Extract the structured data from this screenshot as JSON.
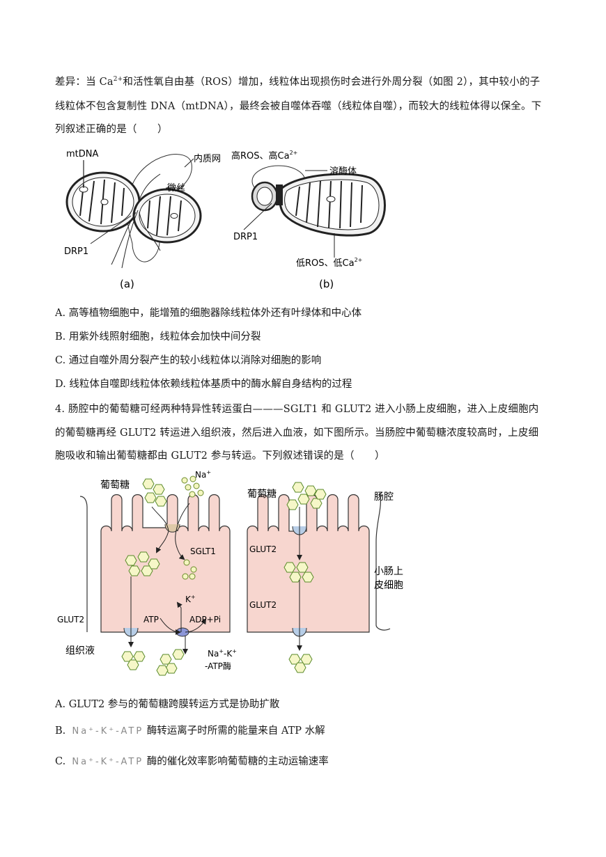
{
  "paragraph_top": {
    "line1_pre": "差异：当 Ca",
    "line1_sup": "2+",
    "line1_post": "和活性氧自由基（ROS）增加，线粒体出现损伤时会进行外周分裂（如图 2），其中较小的子",
    "line2": "线粒体不包含复制性 DNA（mtDNA），最终会被自噬体吞噬（线粒体自噬），而较大的线粒体得以保全。下",
    "line3": "列叙述正确的是（　　）"
  },
  "figure_a": {
    "label_mtdna": "mtDNA",
    "label_er": "内质网",
    "label_filament": "微丝",
    "label_drp1": "DRP1",
    "caption": "(a)"
  },
  "figure_b": {
    "label_high": "高ROS、高Ca",
    "label_high_sup": "2+",
    "label_lysosome": "溶酶体",
    "label_drp1": "DRP1",
    "label_low": "低ROS、低Ca",
    "label_low_sup": "2+",
    "caption": "(b)"
  },
  "q3_options": {
    "A": "A. 高等植物细胞中，能增殖的细胞器除线粒体外还有叶绿体和中心体",
    "B": "B. 用紫外线照射细胞，线粒体会加快中间分裂",
    "C": "C. 通过自噬外周分裂产生的较小线粒体以消除对细胞的影响",
    "D": "D. 线粒体自噬即线粒体依赖线粒体基质中的酶水解自身结构的过程"
  },
  "q4": {
    "line1": "4. 肠腔中的葡萄糖可经两种特异性转运蛋白———SGLT1 和 GLUT2 进入小肠上皮细胞，进入上皮细胞内",
    "line2": "的葡萄糖再经 GLUT2 转运进入组织液，然后进入血液，如下图所示。当肠腔中葡萄糖浓度较高时，上皮细",
    "line3": "胞吸收和输出葡萄糖都由 GLUT2 参与转运。下列叙述错误的是（　　）"
  },
  "figure_transport": {
    "glucose_left": "葡萄糖",
    "na": "Na",
    "na_sup": "+",
    "glucose_right": "葡萄糖",
    "intestinal_lumen": "肠腔",
    "sglt1": "SGLT1",
    "glut2_r1": "GLUT2",
    "cell_label_1": "小肠上",
    "cell_label_2": "皮细胞",
    "k": "K",
    "k_sup": "+",
    "atp": "ATP",
    "adp": "ADP+Pi",
    "glut2_left": "GLUT2",
    "glut2_r2": "GLUT2",
    "tissue_fluid": "组织液",
    "pump_1": "Na",
    "pump_1_sup": "+",
    "pump_1b": "-K",
    "pump_1b_sup": "+",
    "pump_2": "-ATP酶"
  },
  "q4_options": {
    "A": "A. GLUT2  参与的葡萄糖跨膜转运方式是协助扩散",
    "B_pre": "B.",
    "B_gray": "Na⁺-K⁺-ATP",
    "B_post": "酶转运离子时所需的能量来自  ATP  水解",
    "C_pre": "C.",
    "C_gray": "Na⁺-K⁺-ATP",
    "C_post": "酶的催化效率影响葡萄糖的主动运输速率"
  }
}
